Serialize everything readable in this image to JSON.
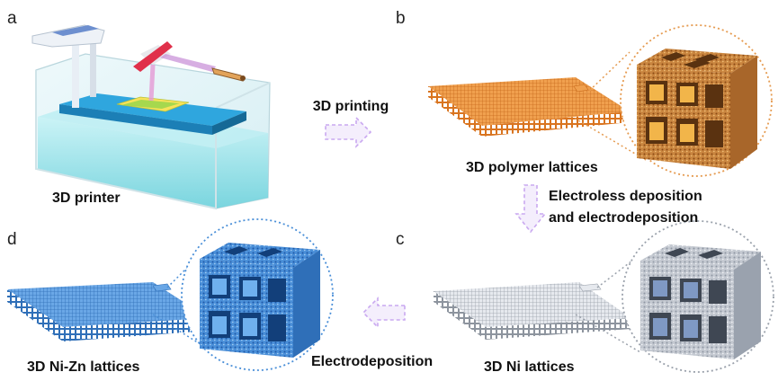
{
  "panels": {
    "a": {
      "label": "a",
      "caption": "3D printer"
    },
    "b": {
      "label": "b",
      "caption": "3D polymer lattices"
    },
    "c": {
      "label": "c",
      "caption": "3D Ni lattices"
    },
    "d": {
      "label": "d",
      "caption": "3D Ni-Zn lattices"
    }
  },
  "steps": {
    "printing": "3D printing",
    "deposition_line1": "Electroless  deposition",
    "deposition_line2": "and electrodeposition",
    "electrodeposition": "Electrodeposition"
  },
  "colors": {
    "polymer": "#e8892e",
    "nickel": "#c9ced6",
    "nizn": "#4a8fd8",
    "resin": "#9fe3ea",
    "arrow": "#c9a8f0"
  }
}
